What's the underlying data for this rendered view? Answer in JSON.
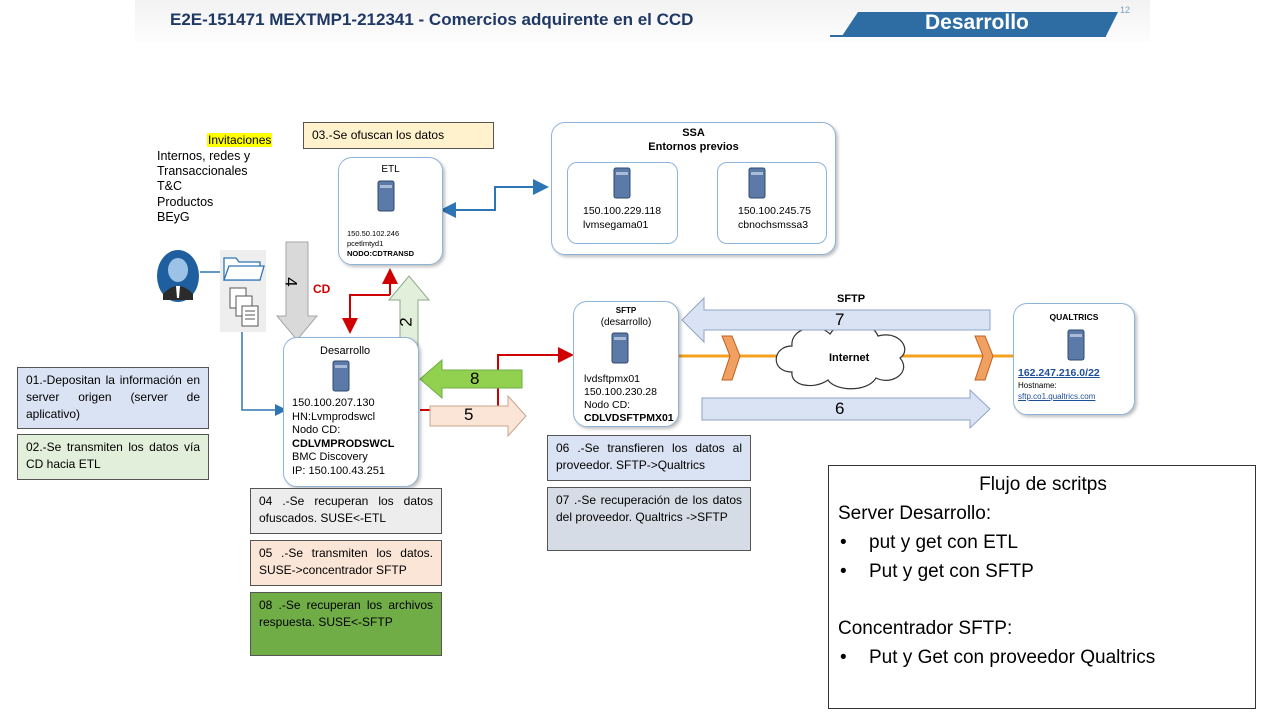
{
  "header": {
    "title": "E2E-151471 MEXTMP1-212341 - Comercios adquirente en el CCD",
    "environment": "Desarrollo",
    "slide_number": "12"
  },
  "invitaciones": {
    "heading": "Invitaciones",
    "items": [
      "Internos, redes y",
      "Transaccionales",
      "T&C",
      "Productos",
      "BEyG"
    ]
  },
  "cd_label": "CD",
  "etl": {
    "title": "ETL",
    "ip": "150.50.102.246",
    "host": "pcetlmtyd1",
    "nodo": "NODO:CDTRANSD"
  },
  "ssa": {
    "title": "SSA",
    "subtitle": "Entornos  previos",
    "server1": {
      "ip": "150.100.229.118",
      "host": "lvmsegama01"
    },
    "server2": {
      "ip": "150.100.245.75",
      "host": "cbnochsmssa3"
    }
  },
  "desarrollo": {
    "title": "Desarrollo",
    "lines": [
      "150.100.207.130",
      "HN:Lvmprodswcl",
      "Nodo CD:",
      "CDLVMPRODSWCL",
      "BMC Discovery",
      "IP: 150.100.43.251"
    ]
  },
  "sftp": {
    "title": "SFTP",
    "subtitle": "(desarrollo)",
    "lines": [
      "lvdsftpmx01",
      "150.100.230.28",
      "Nodo CD:",
      "CDLVDSFTPMX01"
    ],
    "label": "SFTP"
  },
  "internet": "Internet",
  "qualtrics": {
    "title": "QUALTRICS",
    "ip": "162.247.216.0/22",
    "hostname_label": "Hostname:",
    "hostname": "sftp.co1.qualtrics.com"
  },
  "arrows": {
    "a2": "2",
    "a4": "4",
    "a5": "5",
    "a6": "6",
    "a7": "7",
    "a8": "8"
  },
  "notes": {
    "n01": "01.-Depositan la información en server origen (server de aplicativo)",
    "n02": "02.-Se transmiten los datos vía CD hacia ETL",
    "n03": "03.-Se ofuscan los datos",
    "n04": "04 .-Se recuperan los datos ofuscados. SUSE<-ETL",
    "n05": "05 .-Se transmiten los datos. SUSE->concentrador SFTP",
    "n06": "06 .-Se transfieren los datos al proveedor. SFTP->Qualtrics",
    "n07": "07 .-Se recuperación de los datos del proveedor. Qualtrics ->SFTP",
    "n08": "08 .-Se recuperan los archivos respuesta. SUSE<-SFTP"
  },
  "flujo": {
    "title": "Flujo de scritps",
    "server_heading": "Server Desarrollo:",
    "server_items": [
      "put y get con ETL",
      "Put y get con SFTP"
    ],
    "conc_heading": "Concentrador SFTP:",
    "conc_items": [
      "Put y Get con proveedor Qualtrics"
    ]
  },
  "colors": {
    "title_blue": "#1f3864",
    "env_banner": "#2e6da4",
    "node_border": "#8fb4d9",
    "note_blue": "#dae3f3",
    "note_green_light": "#e2efda",
    "note_yellow": "#fff2cc",
    "note_grey": "#ededed",
    "note_peach": "#fbe5d6",
    "note_green": "#70ad47",
    "note_slate": "#d6dce5"
  }
}
